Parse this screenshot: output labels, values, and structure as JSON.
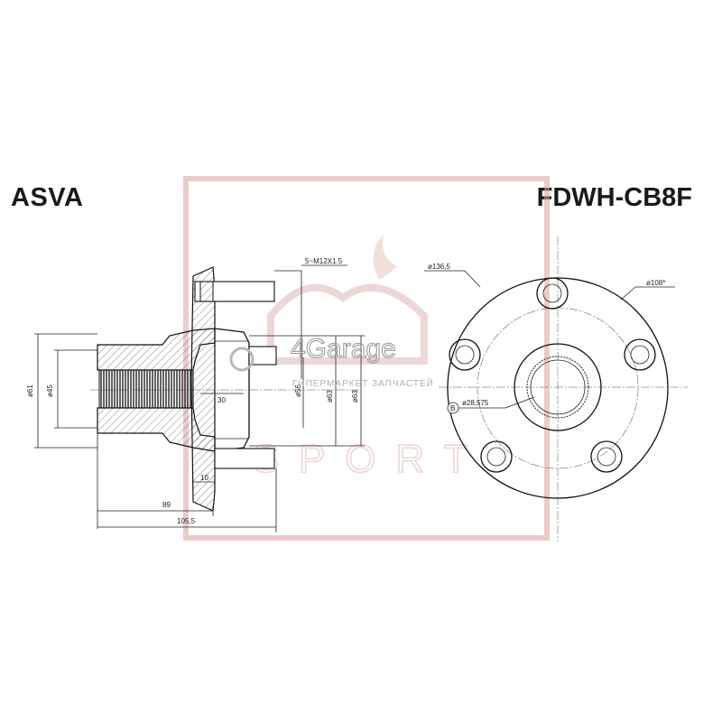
{
  "header": {
    "brand": "ASVA",
    "part_number": "FDWH-CB8F"
  },
  "watermark": {
    "site": "4Garage",
    "tagline": "ГИПЕРМАРКЕТ ЗАПЧАСТЕЙ",
    "sport": "SPORT",
    "color": "#c0504d"
  },
  "dimensions": {
    "side": {
      "thread": "5~M12X1.5",
      "d61": "ø61",
      "d45": "ø45",
      "d56": "ø56",
      "d63a": "ø63",
      "d63b": "ø63",
      "len30": "30",
      "len10": "10",
      "len89": "89",
      "len105": "105,5"
    },
    "front": {
      "pcd": "ø136,5",
      "hole": "ø108*",
      "spline": "ø28,575",
      "marker": "B"
    }
  },
  "colors": {
    "line": "#222222",
    "accent": "#c0504d"
  }
}
